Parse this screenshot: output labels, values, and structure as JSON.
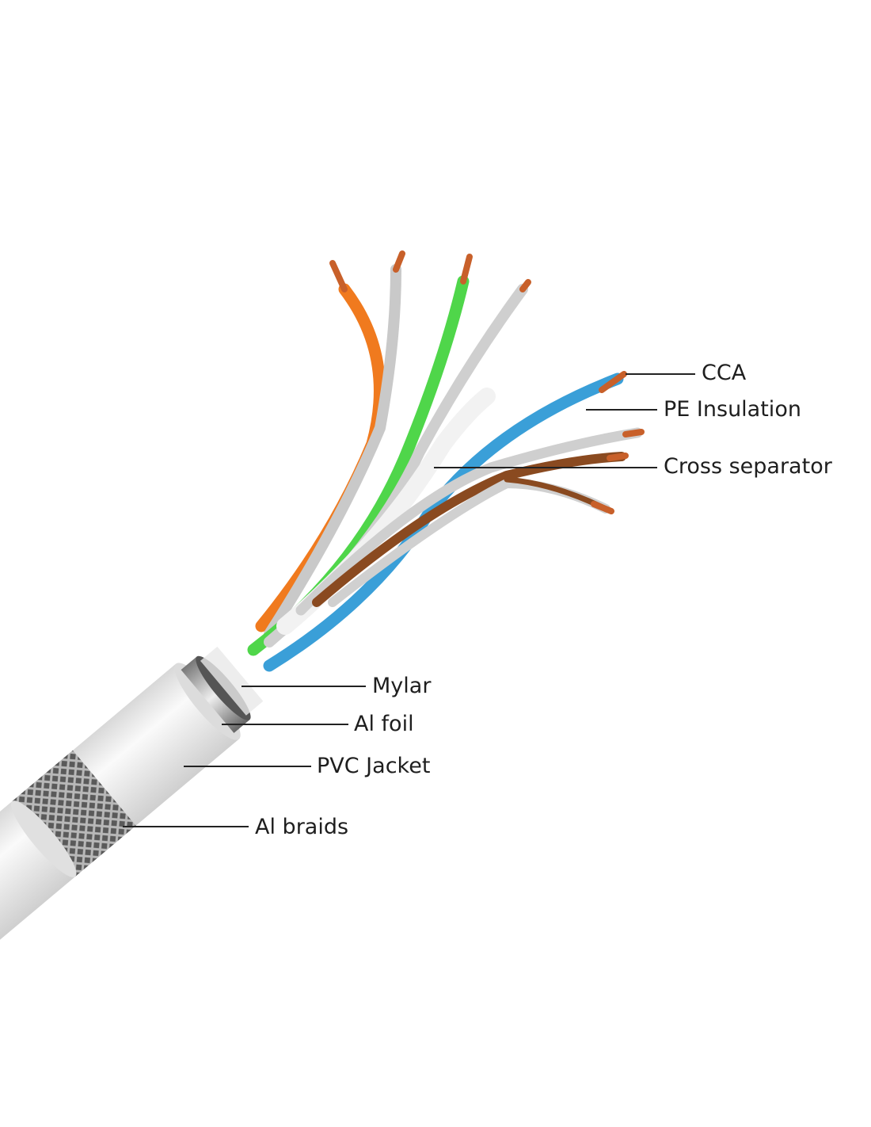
{
  "diagram": {
    "title": "Shielded twisted pair cable structure",
    "labels": {
      "cca": "CCA",
      "pe_insulation": "PE Insulation",
      "cross_separator": "Cross separator",
      "mylar": "Mylar",
      "al_foil": "Al foil",
      "pvc_jacket": "PVC Jacket",
      "al_braids": "Al braids"
    },
    "colors": {
      "orange": "#f07a1e",
      "green": "#4fd64a",
      "blue": "#3a9fd8",
      "brown": "#8a4a20",
      "grey": "#c9c9c9",
      "copper": "#c8602a",
      "jacket": "#ececec",
      "leader": "#222222"
    }
  }
}
